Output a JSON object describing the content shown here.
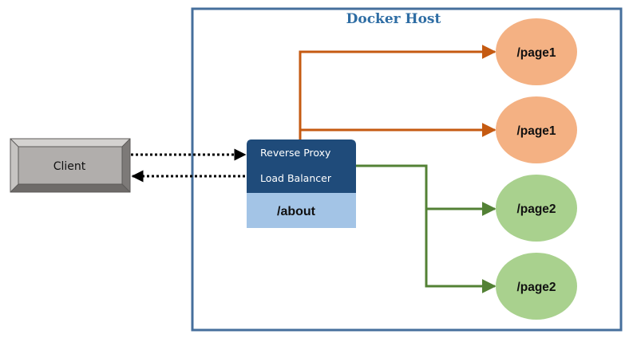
{
  "docker_host": {
    "title": "Docker Host"
  },
  "client": {
    "label": "Client"
  },
  "proxy": {
    "line1": "Reverse Proxy",
    "line2": "Load Balancer",
    "route": "/about"
  },
  "services": [
    {
      "label": "/page1",
      "group": "page1"
    },
    {
      "label": "/page1",
      "group": "page1"
    },
    {
      "label": "/page2",
      "group": "page2"
    },
    {
      "label": "/page2",
      "group": "page2"
    }
  ],
  "colors": {
    "host_border": "#466f9c",
    "host_title": "#2e6da4",
    "client_face": "#b1aeac",
    "client_bevel_light": "#d4d2d0",
    "client_bevel_dark": "#7d7a78",
    "proxy_header": "#1f4b7a",
    "proxy_footer": "#a3c4e6",
    "page1_fill": "#f4b183",
    "page2_fill": "#a9d18e",
    "page1_connector": "#c55a11",
    "page2_connector": "#538135",
    "client_link": "#000000"
  }
}
